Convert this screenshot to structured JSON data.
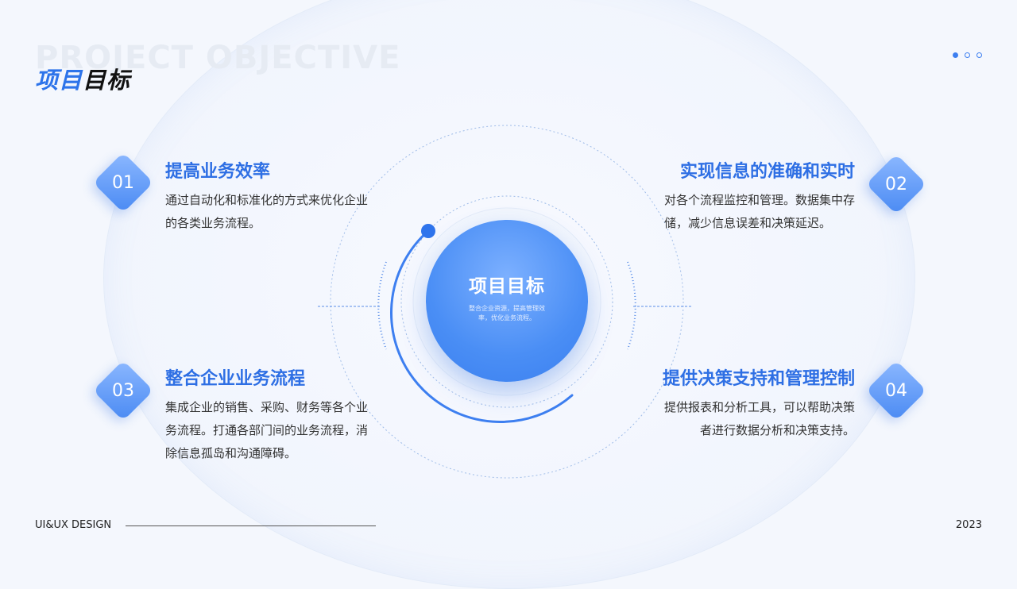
{
  "header": {
    "bg_text": "PROJECT OBJECTIVE",
    "title_highlight": "项目",
    "title_rest": "目标"
  },
  "pager": {
    "count": 3,
    "active": 1
  },
  "center": {
    "title": "项目目标",
    "subtitle": "整合企业资源，提高管理效率，优化业务流程。"
  },
  "items": [
    {
      "num": "01",
      "title": "提高业务效率",
      "desc": "通过自动化和标准化的方式来优化企业的各类业务流程。"
    },
    {
      "num": "02",
      "title": "实现信息的准确和实时",
      "desc": "对各个流程监控和管理。数据集中存储，减少信息误差和决策延迟。"
    },
    {
      "num": "03",
      "title": "整合企业业务流程",
      "desc": "集成企业的销售、采购、财务等各个业务流程。打通各部门间的业务流程，消除信息孤岛和沟通障碍。"
    },
    {
      "num": "04",
      "title": "提供决策支持和管理控制",
      "desc": "提供报表和分析工具，可以帮助决策者进行数据分析和决策支持。"
    }
  ],
  "footer": {
    "left": "UI&UX DESIGN",
    "right": "2023"
  },
  "colors": {
    "accent": "#2e6fe4",
    "diamond_light": "#8cb8ff",
    "diamond_dark": "#4a8af3"
  }
}
